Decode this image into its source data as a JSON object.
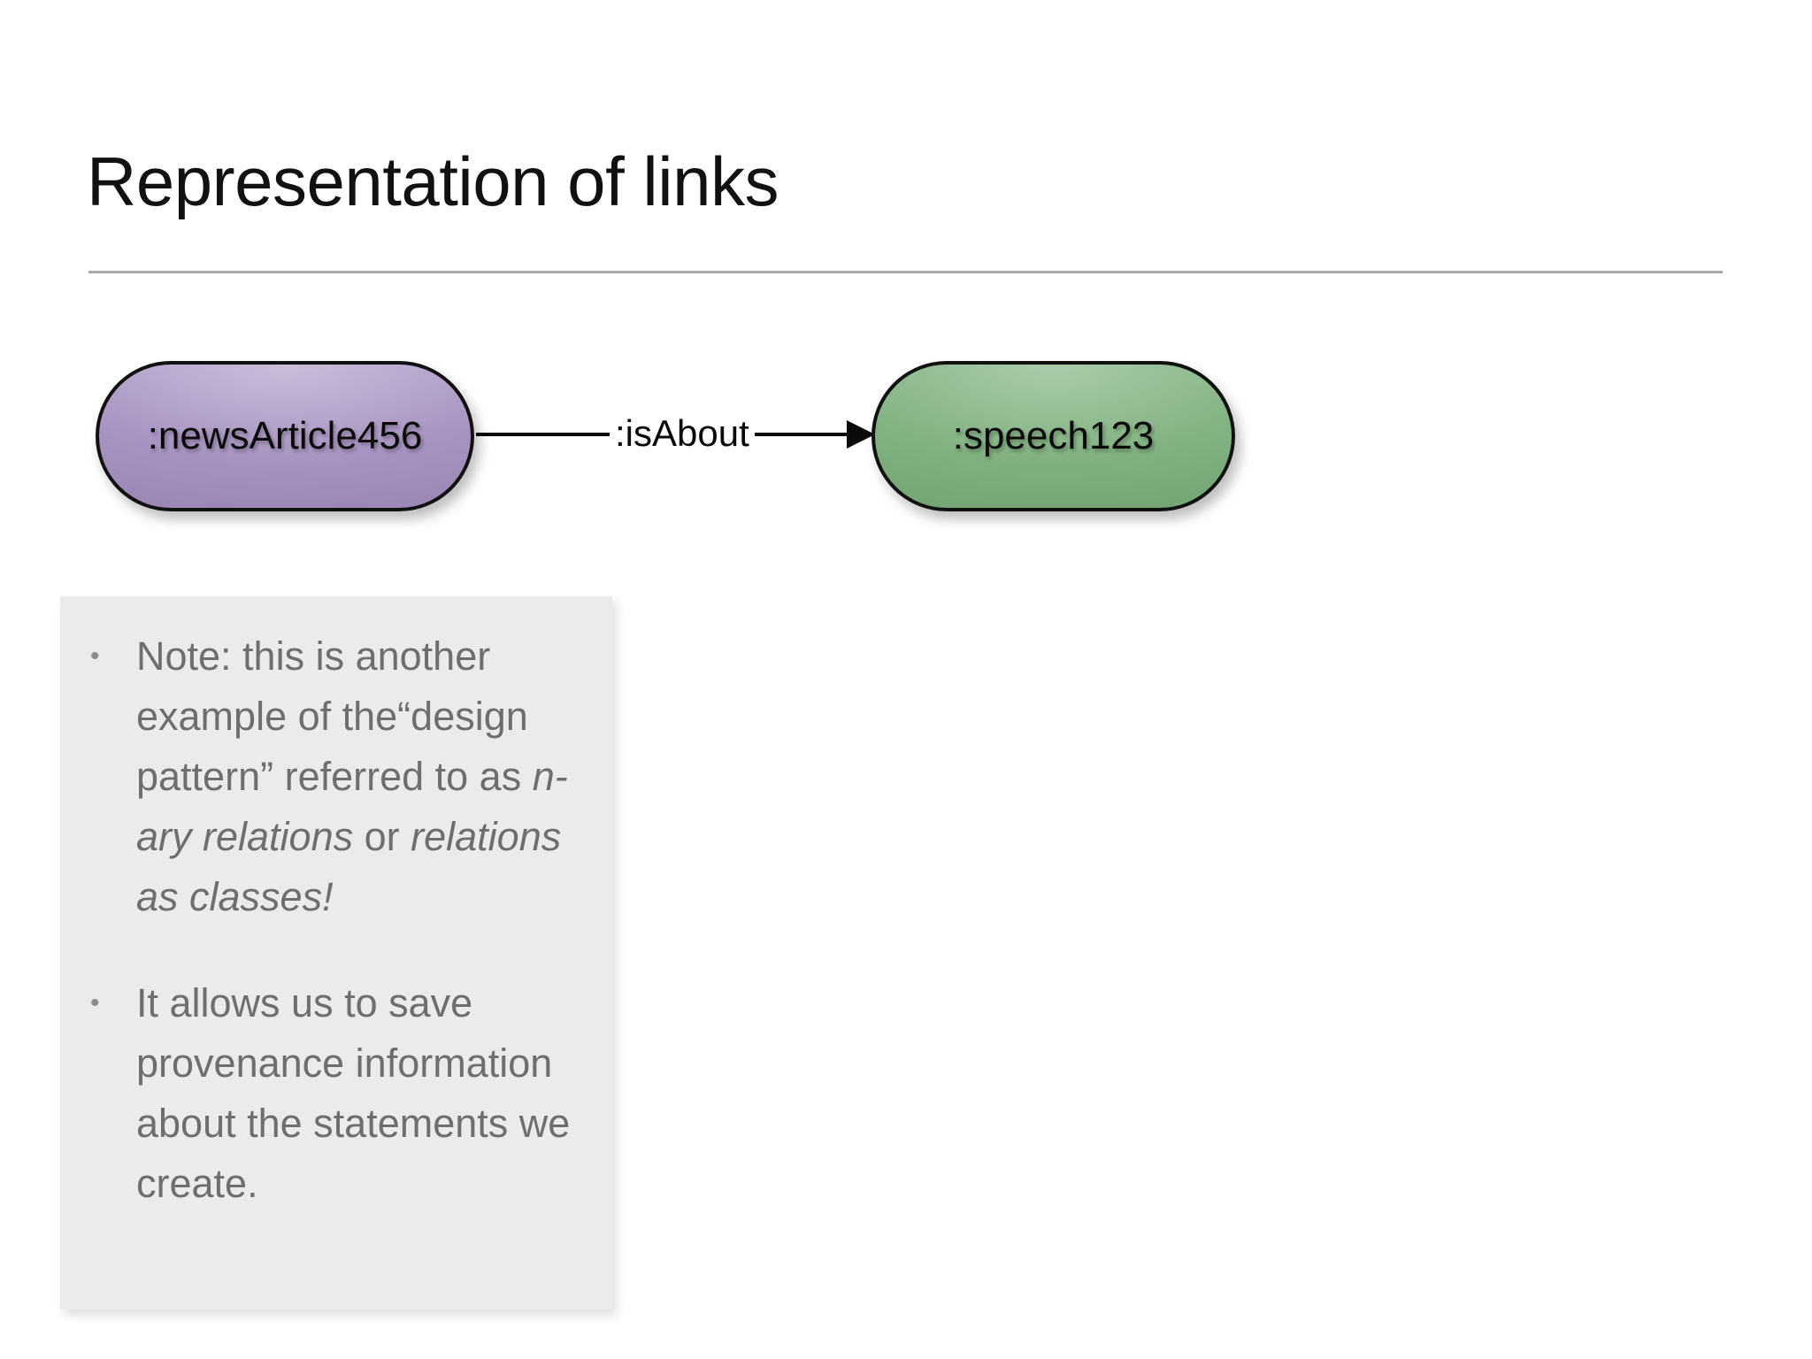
{
  "slide": {
    "title": "Representation of links",
    "rule_color": "#a8a8a8",
    "background": "#ffffff"
  },
  "graph": {
    "nodes": [
      {
        "id": "newsArticle456",
        "label": ":newsArticle456",
        "fill": "#a48fbf",
        "stroke": "#111111",
        "shape": "rounded-pill"
      },
      {
        "id": "speech123",
        "label": ":speech123",
        "fill": "#7db07d",
        "stroke": "#111111",
        "shape": "rounded-pill"
      }
    ],
    "edges": [
      {
        "label": ":isAbout",
        "from": ":newsArticle456",
        "to": ":speech123",
        "color": "#0a0a0a",
        "arrow": "to"
      }
    ]
  },
  "notes": {
    "background": "#ebebed",
    "text_color": "#6e6e6e",
    "bullet_glyph": "•",
    "items": [
      {
        "id": "note-n-ary-relations",
        "plain": "Note: this is another example of the“design pattern” referred to as n-ary relations or  relations as classes!",
        "parts": [
          {
            "text": "Note: this is another example of the“design pattern” referred to as ",
            "italic": false
          },
          {
            "text": "n-ary relations",
            "italic": true
          },
          {
            "text": " or  ",
            "italic": false
          },
          {
            "text": "relations as classes!",
            "italic": true
          }
        ]
      },
      {
        "id": "note-provenance",
        "plain": "It allows us to save provenance information about the statements we create.",
        "parts": [
          {
            "text": "It allows us to save provenance information about the statements we create.",
            "italic": false
          }
        ]
      }
    ]
  }
}
